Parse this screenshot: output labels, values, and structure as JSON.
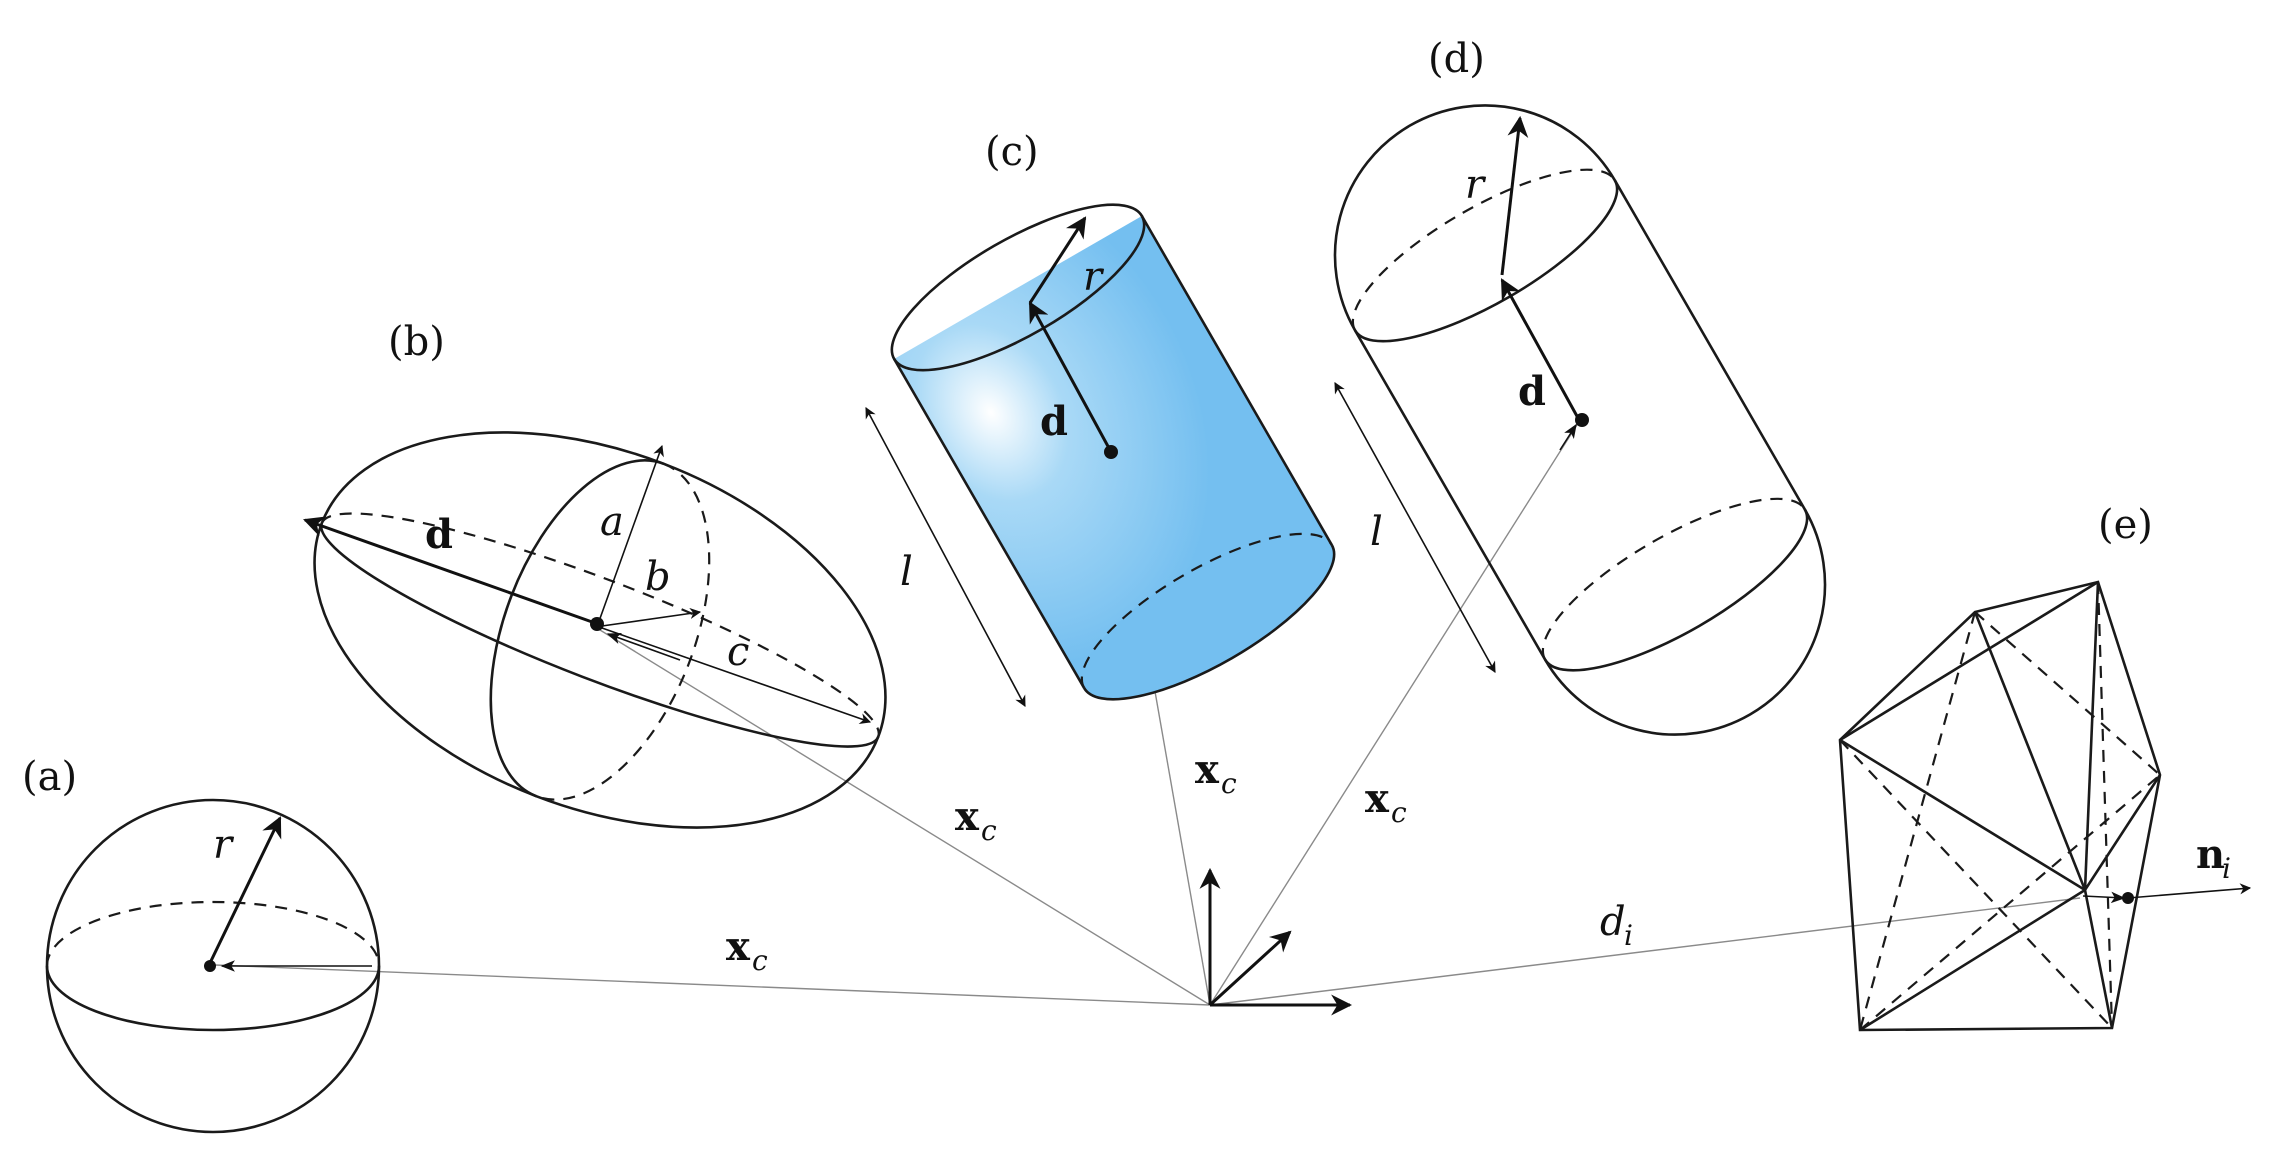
{
  "labels": {
    "a": "(a)",
    "b": "(b)",
    "c": "(c)",
    "d": "(d)",
    "e": "(e)"
  },
  "symbols": {
    "r": "r",
    "a": "a",
    "b": "b",
    "c": "c",
    "l": "l",
    "d_vec": "d",
    "x": "x",
    "x_sub": "c",
    "d_i": "d",
    "d_i_sub": "i",
    "n": "n",
    "n_sub": "i"
  },
  "colors": {
    "shape_fill": "#7cc4f2",
    "highlight": "#ffffff",
    "edge": "#1a1a1a"
  }
}
